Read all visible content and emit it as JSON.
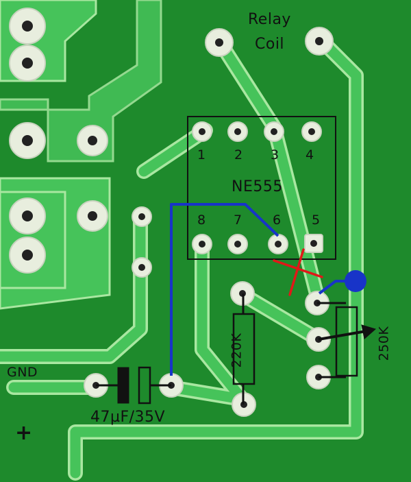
{
  "labels": {
    "relay_line1": "Relay",
    "relay_line2": "Coil",
    "chip": "NE555",
    "gnd": "GND",
    "plus": "+",
    "capacitor": "47µF/35V",
    "resistor": "220K",
    "potentiometer": "250K"
  },
  "pins": {
    "top": [
      "1",
      "2",
      "3",
      "4"
    ],
    "bottom": [
      "8",
      "7",
      "6",
      "5"
    ]
  },
  "colors": {
    "board": "#1e8a2c",
    "copper": "#46c35a",
    "trace_edge": "#a9e7a1",
    "pad": "#e8eede",
    "wire": "#1834c8",
    "cross": "#e01818",
    "outline": "#111111"
  }
}
